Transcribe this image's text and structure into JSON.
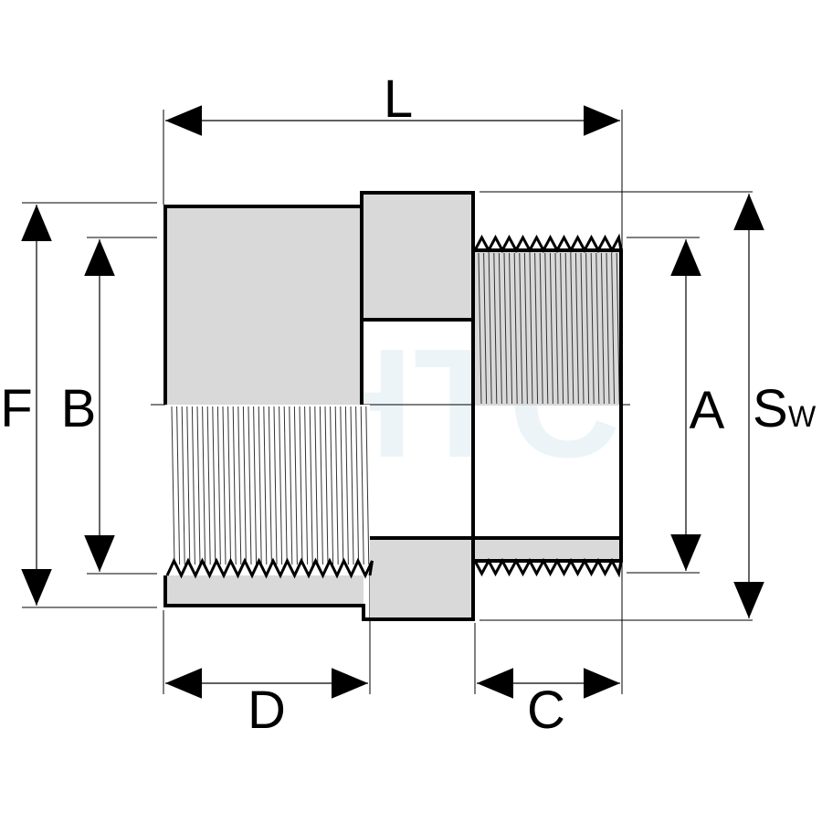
{
  "diagram": {
    "labels": {
      "L": "L",
      "F": "F",
      "B": "B",
      "A": "A",
      "Sw_main": "S",
      "Sw_sub": "W",
      "D": "D",
      "C": "C"
    },
    "watermark": "HTC",
    "colors": {
      "body_fill": "#d9d9d9",
      "outline": "#000000",
      "watermark": "#e6f0f6"
    }
  }
}
